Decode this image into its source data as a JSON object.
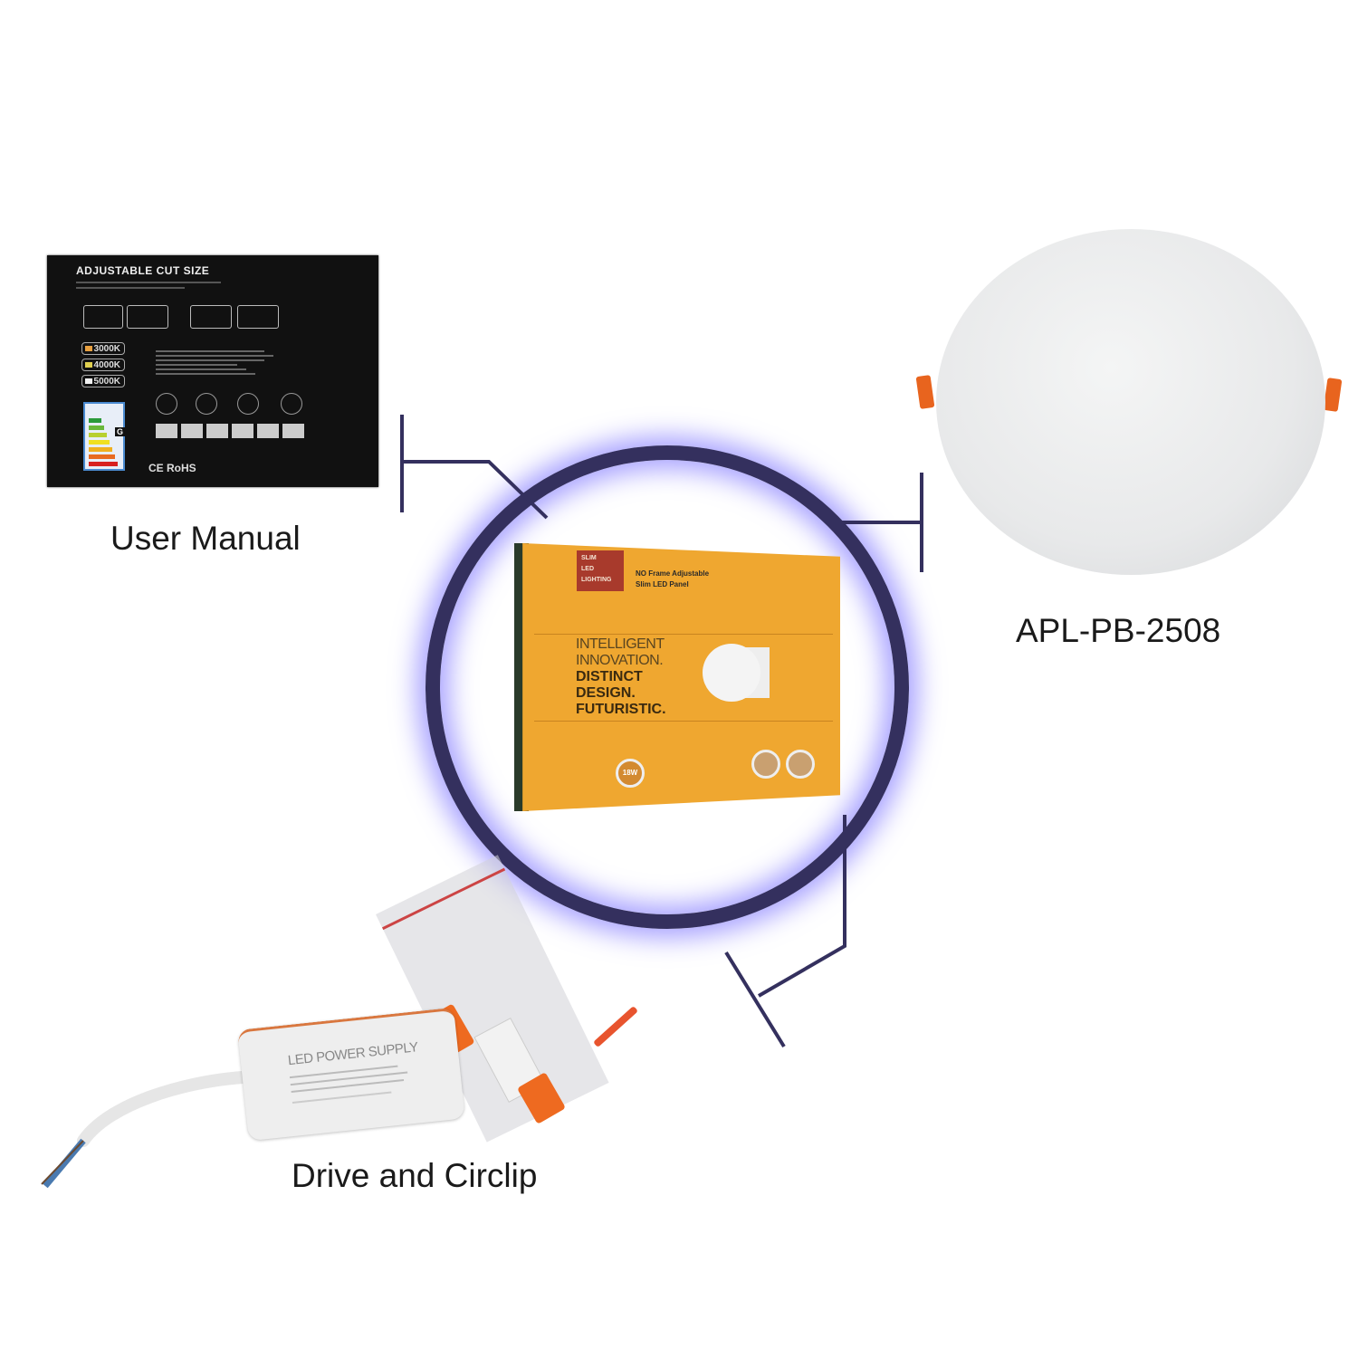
{
  "items": {
    "manual": {
      "label": "User Manual",
      "card": {
        "title": "ADJUSTABLE CUT SIZE",
        "color_temps": [
          "3000K",
          "4000K",
          "5000K"
        ],
        "energy_class": "G",
        "cert_marks": "CE RoHS"
      }
    },
    "panel": {
      "label": "APL-PB-2508"
    },
    "box": {
      "tag_lines": [
        "SLIM",
        "LED",
        "LIGHTING"
      ],
      "headline_lines": [
        "NO Frame Adjustable",
        "Slim LED Panel"
      ],
      "slogan_thin": [
        "INTELLIGENT",
        "INNOVATION."
      ],
      "slogan_bold": [
        "DISTINCT",
        "DESIGN.",
        "FUTURISTIC."
      ],
      "watt_badge": "18W"
    },
    "driver": {
      "label": "Drive and Circlip",
      "print_title": "LED POWER SUPPLY"
    }
  },
  "colors": {
    "ring": "#34305e",
    "glow": "#7a6eff",
    "box_orange": "#efa730",
    "clip_orange": "#e8641e",
    "tag_red": "#a83a2c"
  }
}
